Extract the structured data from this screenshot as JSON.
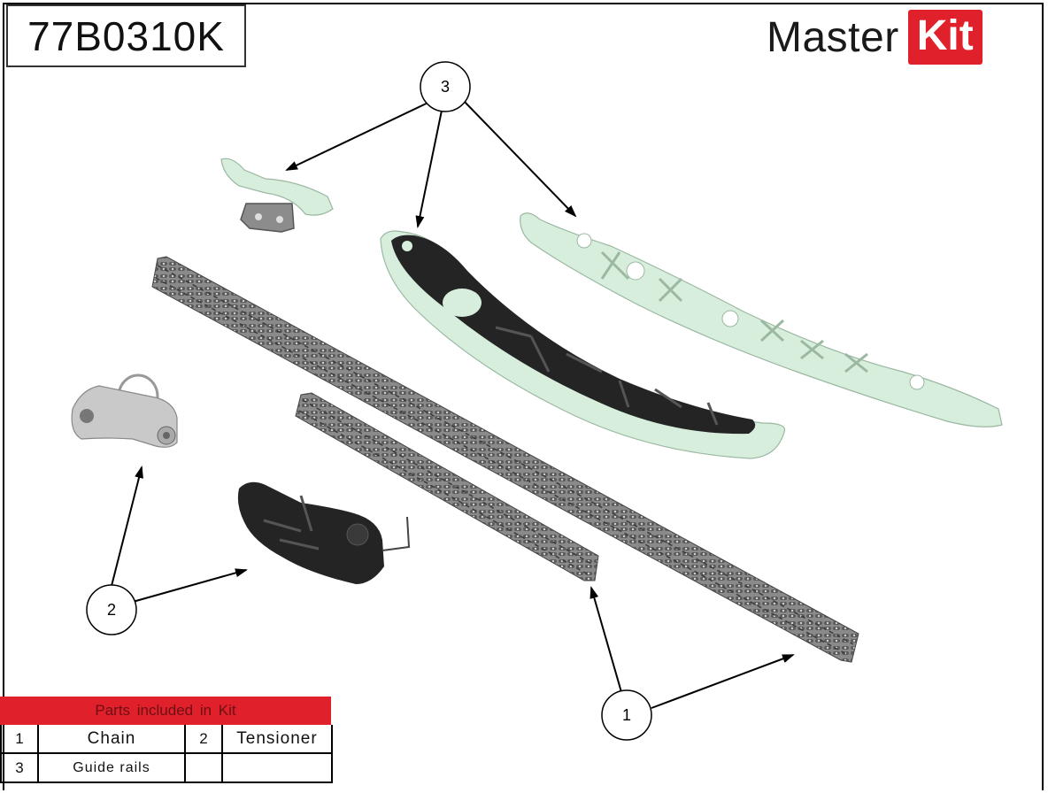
{
  "header": {
    "part_number": "77B0310K"
  },
  "brand": {
    "word": "Master",
    "badge": "Kit",
    "badge_color": "#e0202a"
  },
  "callouts": [
    {
      "number": "3",
      "target": "guide rails"
    },
    {
      "number": "2",
      "target": "tensioner"
    },
    {
      "number": "1",
      "target": "chain"
    }
  ],
  "parts_table": {
    "title": "Parts included in Kit",
    "rows": [
      {
        "num_a": "1",
        "name_a": "Chain",
        "num_b": "2",
        "name_b": "Tensioner"
      },
      {
        "num_a": "3",
        "name_a": "Guide rails",
        "num_b": "",
        "name_b": ""
      }
    ]
  },
  "colors": {
    "guide_mint": "#d7eedd",
    "guide_black": "#242424",
    "chain_grey": "#6e6e6e",
    "tensioner_silver": "#c9c9c9"
  }
}
